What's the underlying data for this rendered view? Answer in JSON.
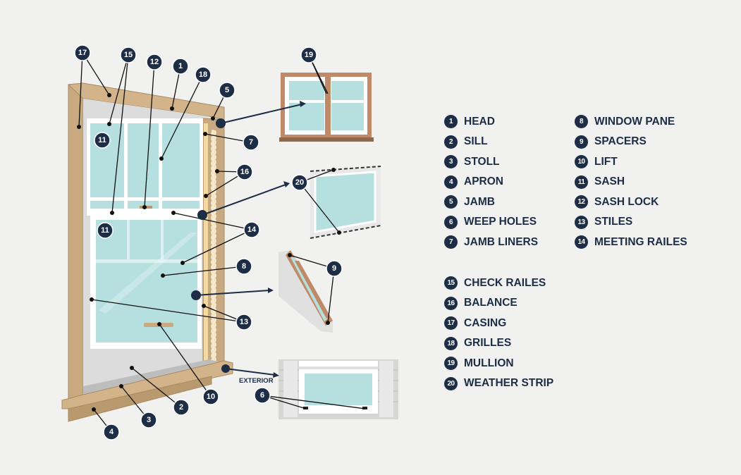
{
  "legend": [
    {
      "num": "1",
      "label": "HEAD"
    },
    {
      "num": "2",
      "label": "SILL"
    },
    {
      "num": "3",
      "label": "STOLL"
    },
    {
      "num": "4",
      "label": "APRON"
    },
    {
      "num": "5",
      "label": "JAMB"
    },
    {
      "num": "6",
      "label": "WEEP HOLES"
    },
    {
      "num": "7",
      "label": "JAMB LINERS"
    },
    {
      "num": "8",
      "label": "WINDOW PANE"
    },
    {
      "num": "9",
      "label": "SPACERS"
    },
    {
      "num": "10",
      "label": "LIFT"
    },
    {
      "num": "11",
      "label": "SASH"
    },
    {
      "num": "12",
      "label": "SASH LOCK"
    },
    {
      "num": "13",
      "label": "STILES"
    },
    {
      "num": "14",
      "label": "MEETING RAILES"
    },
    {
      "num": "15",
      "label": "CHECK RAILES"
    },
    {
      "num": "16",
      "label": "BALANCE"
    },
    {
      "num": "17",
      "label": "CASING"
    },
    {
      "num": "18",
      "label": "GRILLES"
    },
    {
      "num": "19",
      "label": "MULLION"
    },
    {
      "num": "20",
      "label": "WEATHER STRIP"
    }
  ],
  "exterior_label": "EXTERIOR",
  "colors": {
    "navy": "#1c2d45",
    "wood": "#c9aa80",
    "glass": "#b5e0df",
    "background": "#f1f1ef"
  }
}
